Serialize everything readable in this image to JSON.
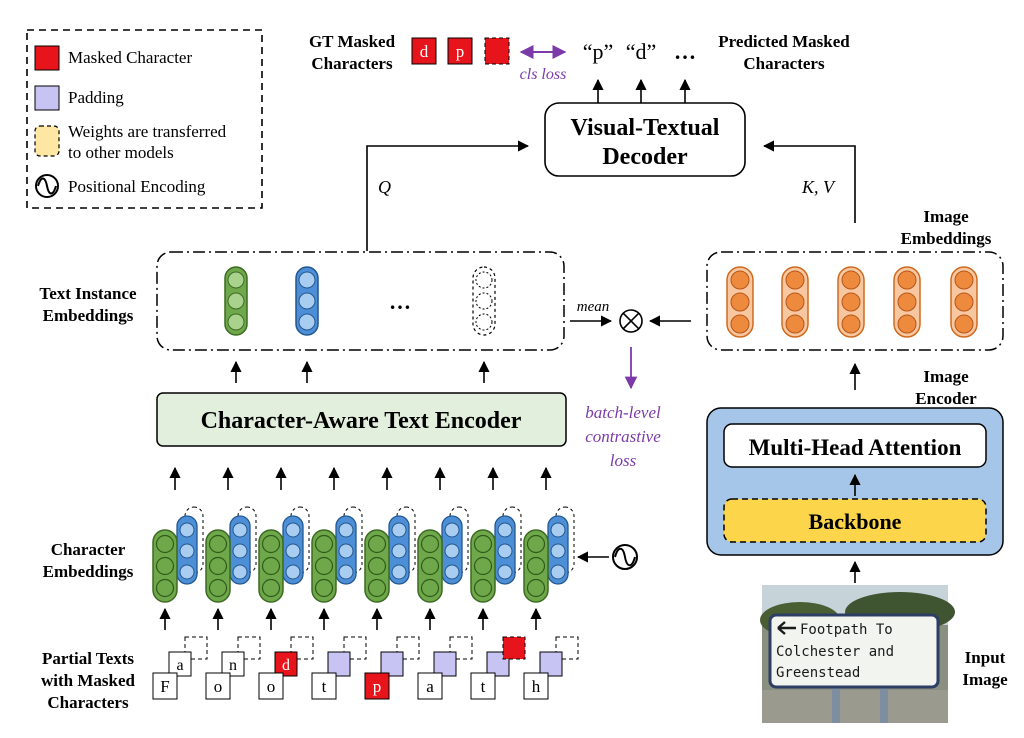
{
  "legend": {
    "masked": "Masked Character",
    "padding": "Padding",
    "weights_line1": "Weights are transferred",
    "weights_line2": "to other models",
    "positional": "Positional Encoding"
  },
  "top": {
    "gt_line1": "GT Masked",
    "gt_line2": "Characters",
    "gt_chars": [
      "d",
      "p"
    ],
    "cls_loss": "cls loss",
    "pred_tokens": [
      "“p”",
      "“d”",
      "…"
    ],
    "pred_line1": "Predicted Masked",
    "pred_line2": "Characters"
  },
  "decoder": {
    "line1": "Visual-Textual",
    "line2": "Decoder"
  },
  "labels": {
    "q": "Q",
    "kv": "K, V",
    "image_emb_line1": "Image",
    "image_emb_line2": "Embeddings",
    "text_inst_line1": "Text Instance",
    "text_inst_line2": "Embeddings",
    "mean": "mean",
    "ellipsis": "…",
    "contrastive_line1": "batch-level",
    "contrastive_line2": "contrastive",
    "contrastive_line3": "loss",
    "image_encoder_line1": "Image",
    "image_encoder_line2": "Encoder",
    "char_emb_line1": "Character",
    "char_emb_line2": "Embeddings",
    "partial_line1": "Partial Texts",
    "partial_line2": "with Masked",
    "partial_line3": "Characters",
    "input_line1": "Input",
    "input_line2": "Image"
  },
  "text_encoder": "Character-Aware Text Encoder",
  "mha": "Multi-Head Attention",
  "backbone": "Backbone",
  "sign": {
    "line1": "Footpath To",
    "line2": "Colchester and",
    "line3": "Greenstead"
  },
  "partial_front": [
    "F",
    "o",
    "o",
    "t",
    "p",
    "a",
    "t",
    "h"
  ],
  "partial_back": [
    "a",
    "n",
    "d",
    "",
    "",
    "",
    "",
    ""
  ],
  "colors": {
    "masked": "#e8141b",
    "padding": "#c7c3f3",
    "weights": "#fde7a3",
    "green": "#6fa84b",
    "blue": "#4d8fd6",
    "orange": "#ee8a3e",
    "purple": "#7b3aa8",
    "encoder_box": "#a5c6e9",
    "text_encoder_fill": "#e3efdd",
    "backbone_fill": "#fcd54a"
  }
}
